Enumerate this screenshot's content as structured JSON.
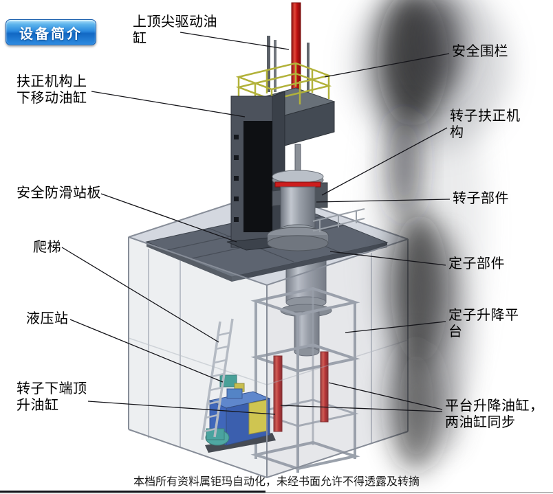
{
  "badge": {
    "label": "设备简介"
  },
  "labels": {
    "top_cylinder": "上顶尖驱动油缸",
    "safety_fence": "安全围栏",
    "centering_cylinder": "扶正机构上下移动油缸",
    "rotor_centering": "转子扶正机构",
    "antislip_board": "安全防滑站板",
    "ladder": "爬梯",
    "rotor_part": "转子部件",
    "stator_part": "定子部件",
    "hydraulic_station": "液压站",
    "stator_platform": "定子升降平台",
    "rotor_jack_cylinder": "转子下端顶升油缸",
    "platform_cylinders": "平台升降油缸，两油缸同步"
  },
  "footer": {
    "text": "本档所有资料属钜玛自动化，未经书面允许不得透露及转摘"
  },
  "colors": {
    "badge_blue": "#1f7ad4",
    "cylinder_red": "#c81414",
    "railing_yellow": "#b6b63c",
    "hydraulic_blue": "#2050b8",
    "platform_gray": "#5d6470"
  }
}
